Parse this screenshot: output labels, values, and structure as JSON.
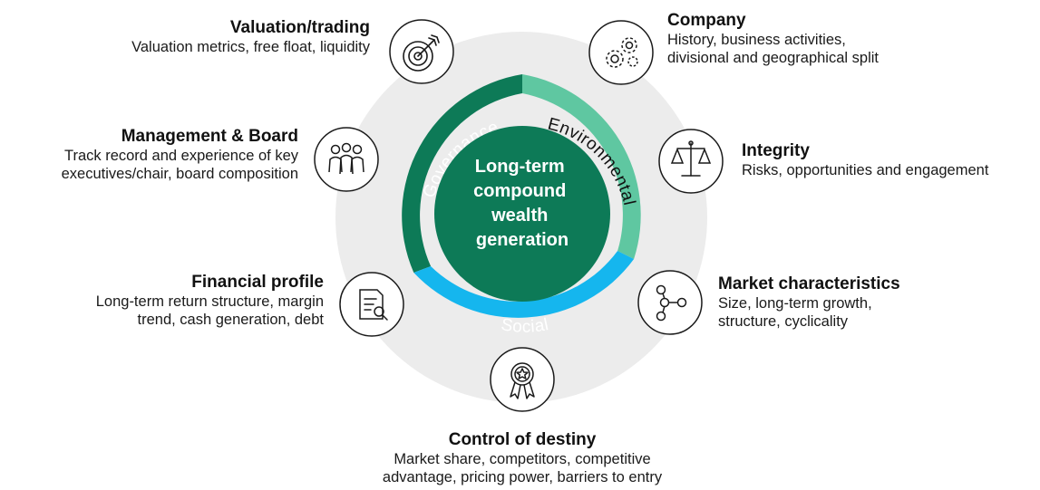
{
  "center": {
    "lines": [
      "Long-term",
      "compound",
      "wealth",
      "generation"
    ]
  },
  "ring": {
    "governance": "Governance",
    "environmental": "Environmental",
    "social": "Social"
  },
  "colors": {
    "outer_disc": "#ececec",
    "governance": "#0d7a57",
    "environmental": "#5fc7a1",
    "social": "#15b6ee",
    "center": "#0d7a57",
    "icon_stroke": "#1a1a1a"
  },
  "factors": {
    "valuation": {
      "title": "Valuation/trading",
      "desc": "Valuation metrics, free float, liquidity",
      "icon": "target-icon"
    },
    "company": {
      "title": "Company",
      "desc": "History, business activities,\ndivisional and geographical split",
      "icon": "gears-icon"
    },
    "management": {
      "title": "Management & Board",
      "desc": "Track record and experience of key\nexecutives/chair, board composition",
      "icon": "people-icon"
    },
    "integrity": {
      "title": "Integrity",
      "desc": "Risks, opportunities and engagement",
      "icon": "scales-icon"
    },
    "financial": {
      "title": "Financial profile",
      "desc": "Long-term return structure, margin\ntrend, cash generation, debt",
      "icon": "document-search-icon"
    },
    "market": {
      "title": "Market characteristics",
      "desc": "Size, long-term growth,\nstructure, cyclicality",
      "icon": "network-icon"
    },
    "destiny": {
      "title": "Control of destiny",
      "desc": "Market share, competitors, competitive\nadvantage, pricing power, barriers to entry",
      "icon": "award-icon"
    }
  }
}
